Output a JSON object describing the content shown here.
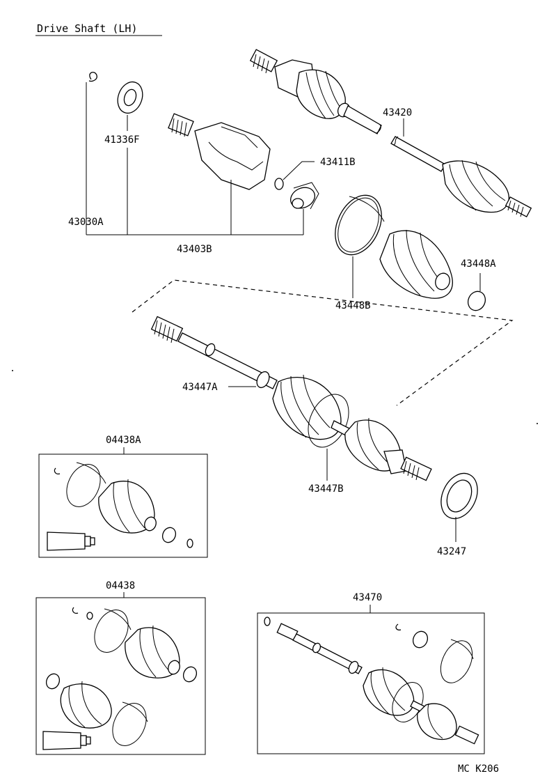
{
  "title": "Drive Shaft (LH)",
  "footer": "MC K206",
  "part_labels": {
    "p41336F": "41336F",
    "p43030A": "43030A",
    "p43403B": "43403B",
    "p43411B": "43411B",
    "p43420": "43420",
    "p43448A": "43448A",
    "p43448B": "43448B",
    "p43447A": "43447A",
    "p43447B": "43447B",
    "p04438A": "04438A",
    "p43247": "43247",
    "p04438": "04438",
    "p43470": "43470"
  }
}
